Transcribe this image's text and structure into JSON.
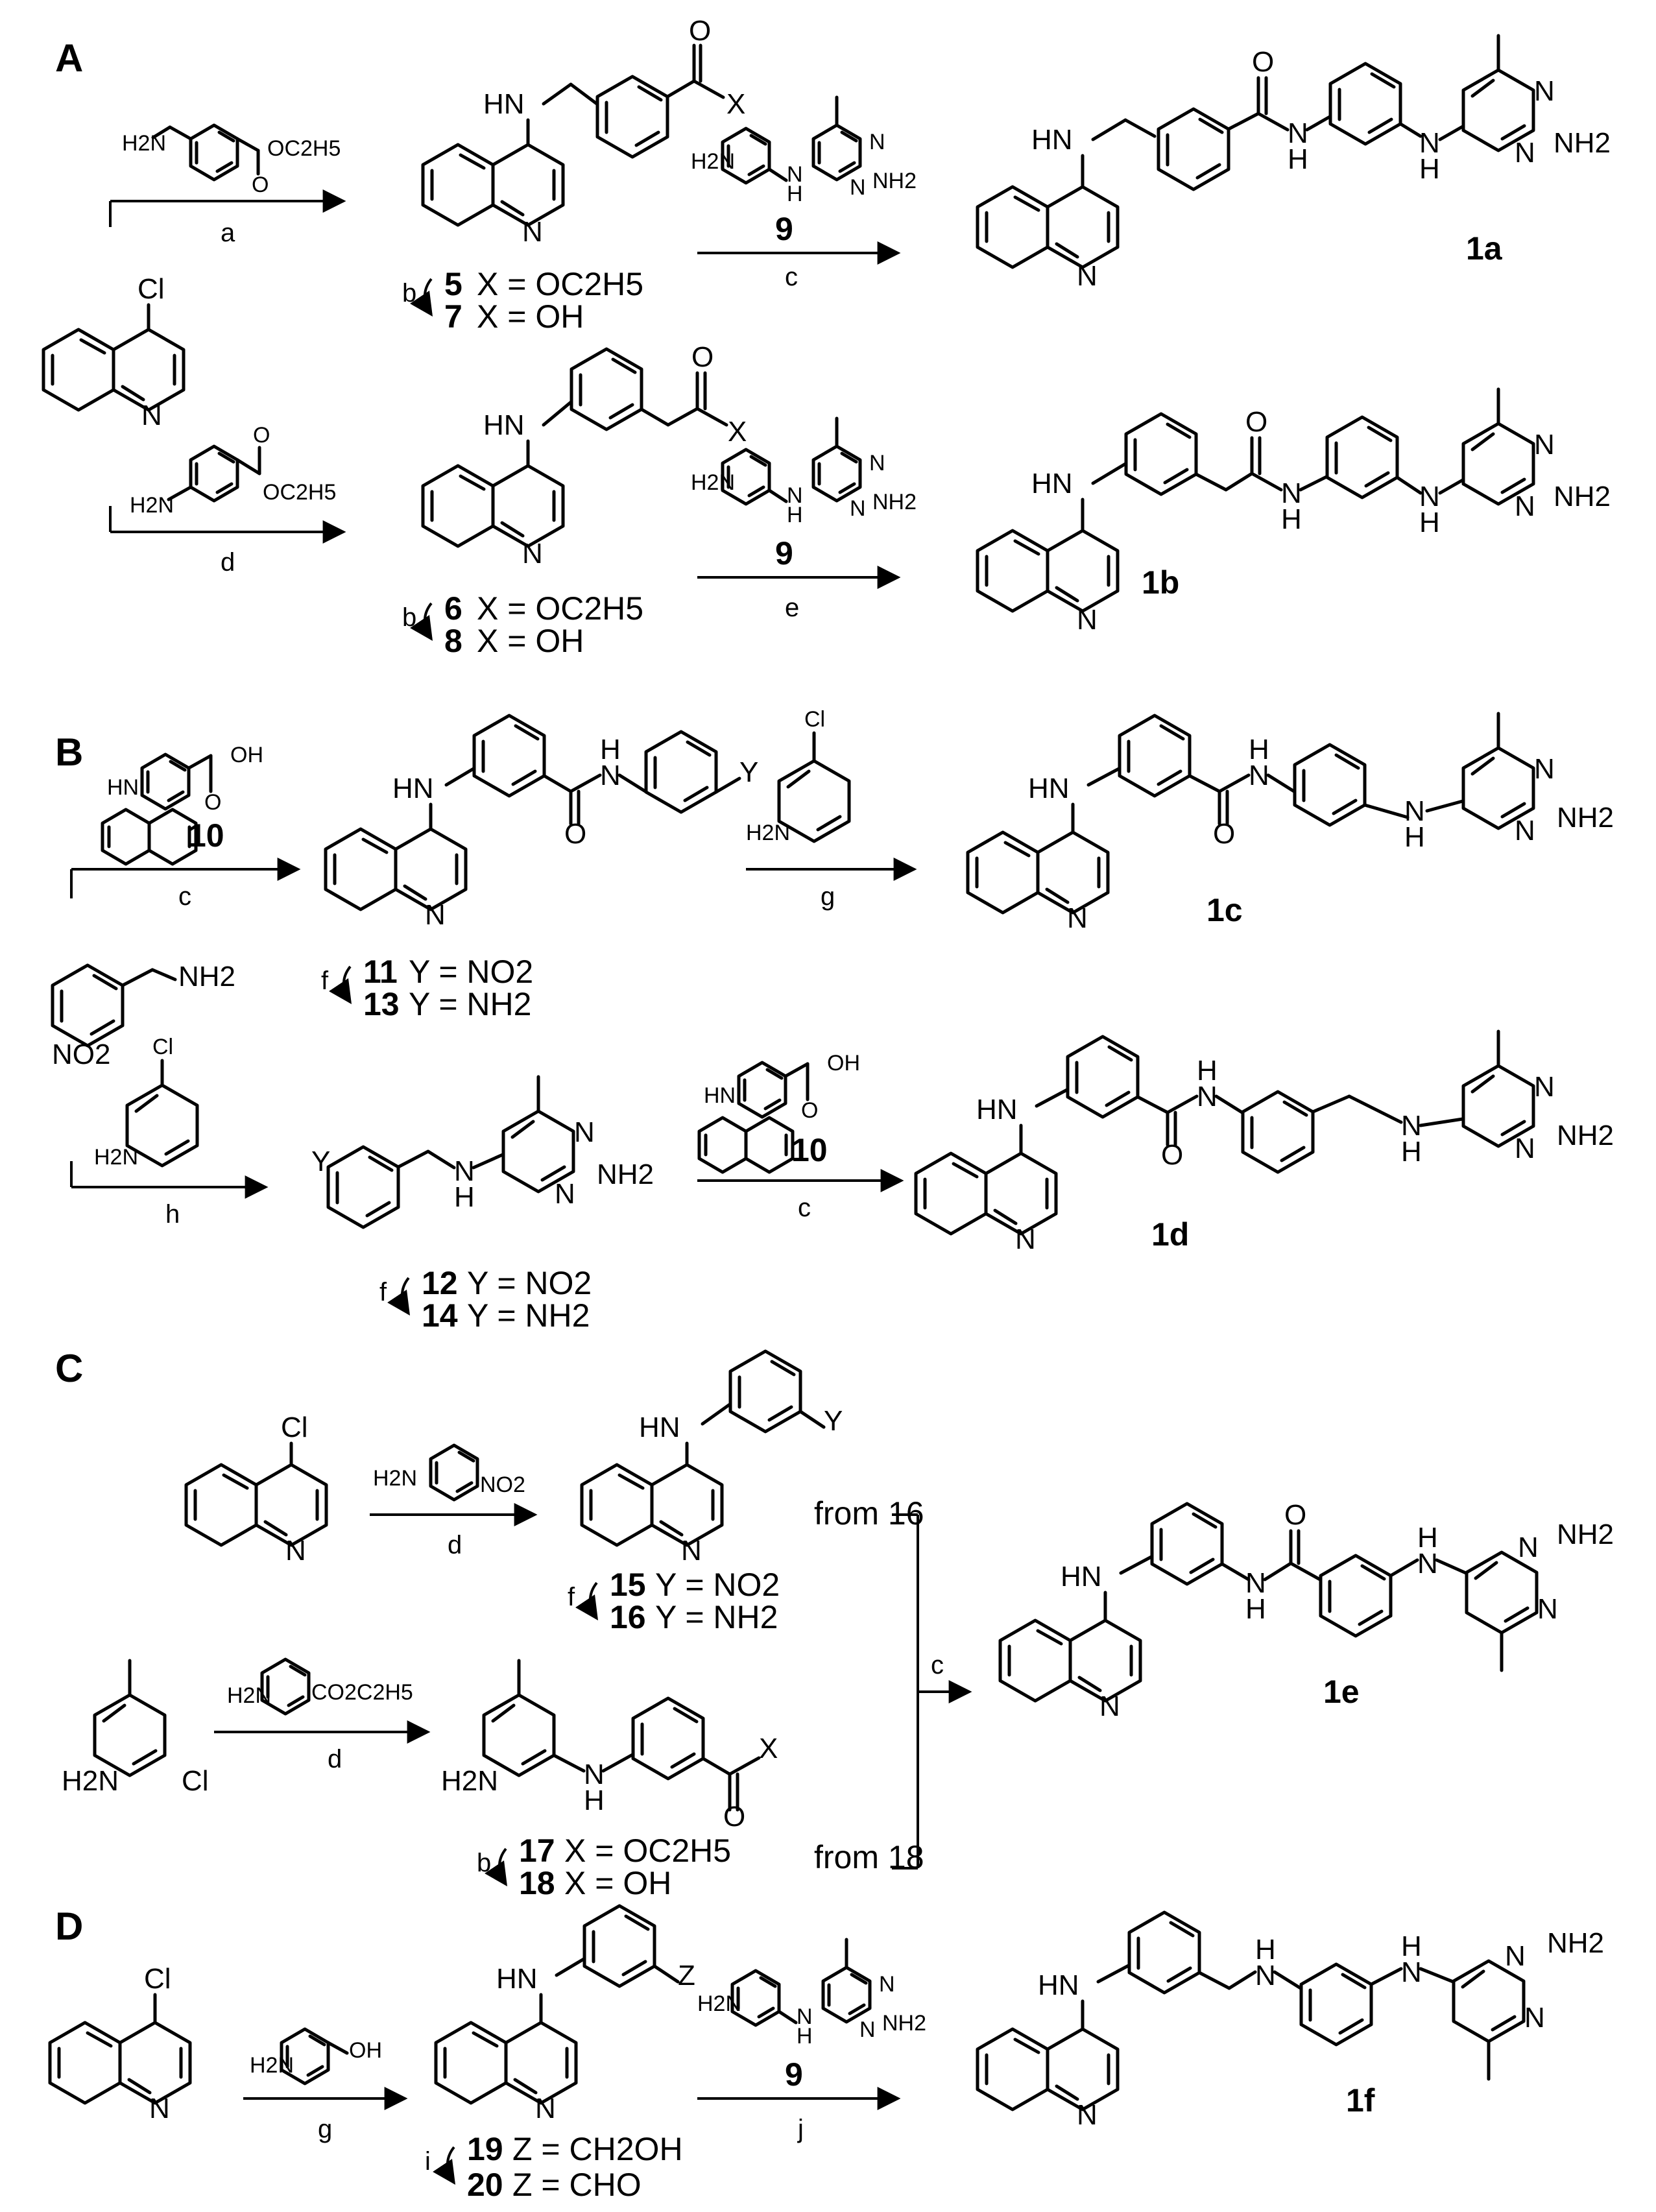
{
  "sections": [
    "A",
    "B",
    "C",
    "D"
  ],
  "compounds": {
    "c5": "5",
    "c6": "6",
    "c7": "7",
    "c8": "8",
    "c9": "9",
    "c10": "10",
    "c11": "11",
    "c12": "12",
    "c13": "13",
    "c14": "14",
    "c15": "15",
    "c16": "16",
    "c17": "17",
    "c18": "18",
    "c19": "19",
    "c20": "20",
    "p1a": "1a",
    "p1b": "1b",
    "p1c": "1c",
    "p1d": "1d",
    "p1e": "1e",
    "p1f": "1f"
  },
  "definitions": {
    "x_oet": "X = OC2H5",
    "x_oh": "X = OH",
    "y_no2": "Y = NO2",
    "y_nh2": "Y = NH2",
    "z_ch2oh": "Z = CH2OH",
    "z_cho": "Z = CHO"
  },
  "conditions": [
    "a",
    "b",
    "c",
    "d",
    "e",
    "f",
    "g",
    "h",
    "i",
    "j"
  ],
  "atoms": {
    "hn": "HN",
    "nh": "N",
    "h": "H",
    "n": "N",
    "cl": "Cl",
    "o": "O",
    "x": "X",
    "y": "Y",
    "z": "Z",
    "nh2": "NH2",
    "h2n": "H2N",
    "oh": "OH",
    "oc2h5": "OC2H5",
    "co2c2h5": "CO2C2H5",
    "no2": "NO2"
  },
  "annotations": {
    "from16": "from 16",
    "from18": "from 18"
  }
}
